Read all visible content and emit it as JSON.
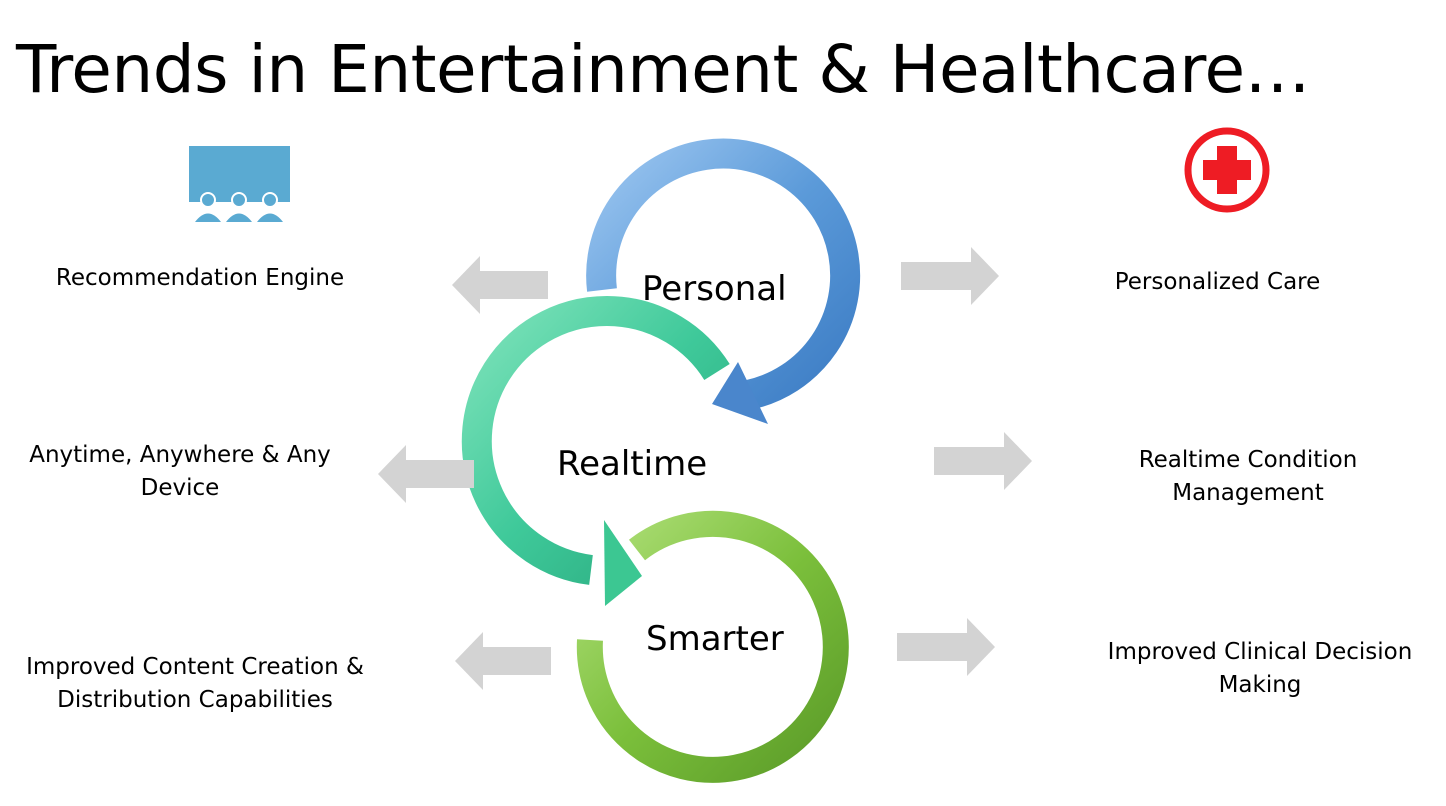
{
  "title": "Trends in Entertainment & Healthcare…",
  "cycle": [
    {
      "label": "Personal",
      "color": "#5b9ad9"
    },
    {
      "label": "Realtime",
      "color": "#3fc99a"
    },
    {
      "label": "Smarter",
      "color": "#7bbf3b"
    }
  ],
  "entertainment": {
    "icon": "audience-screen-icon",
    "icon_color": "#5aaad2",
    "items": [
      {
        "lines": [
          "Recommendation Engine"
        ]
      },
      {
        "lines": [
          "Anytime, Anywhere & Any",
          "Device"
        ]
      },
      {
        "lines": [
          "Improved Content Creation &",
          "Distribution Capabilities"
        ]
      }
    ]
  },
  "healthcare": {
    "icon": "medical-cross-icon",
    "icon_color": "#ee1c24",
    "items": [
      {
        "lines": [
          "Personalized Care"
        ]
      },
      {
        "lines": [
          "Realtime Condition",
          "Management"
        ]
      },
      {
        "lines": [
          "Improved Clinical Decision",
          "Making"
        ]
      }
    ]
  },
  "arrow_color": "#d3d3d3"
}
